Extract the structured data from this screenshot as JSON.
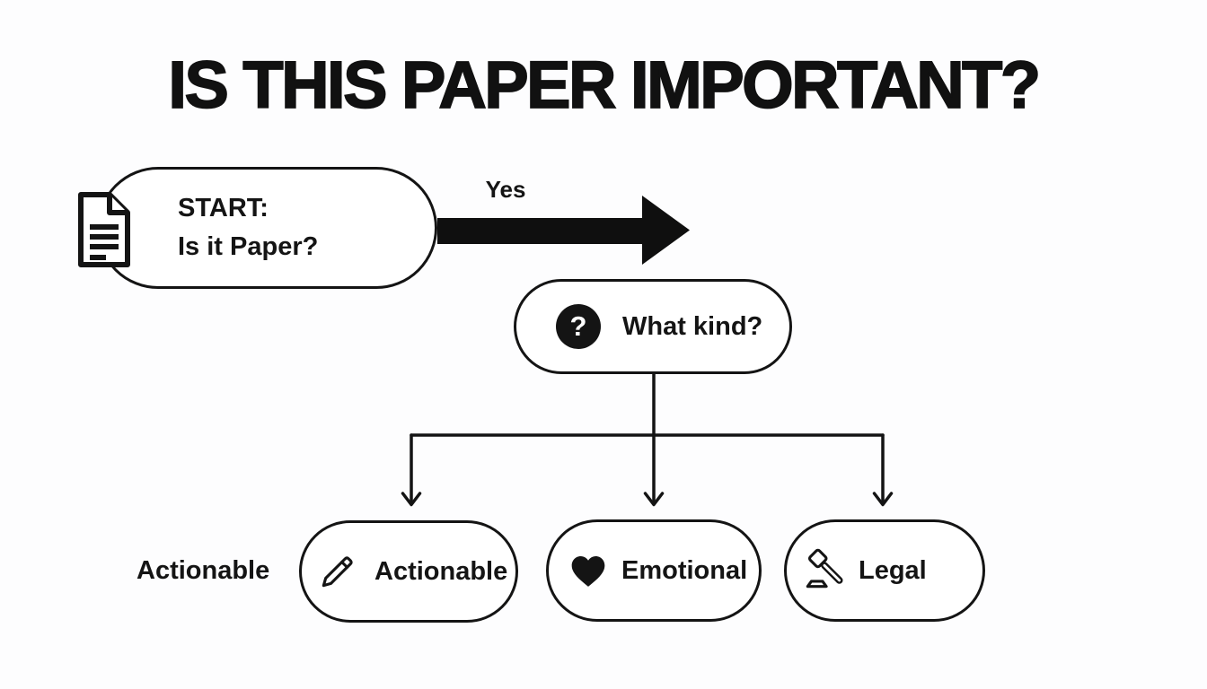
{
  "title": "IS THIS PAPER IMPORTANT?",
  "colors": {
    "ink": "#141414",
    "background": "#fdfdfe",
    "node_fill": "#ffffff",
    "arrow_fill": "#0f0f0f"
  },
  "flowchart": {
    "start_node": {
      "line1": "START:",
      "line2": "Is it Paper?",
      "icon": "document-icon"
    },
    "yes_label": "Yes",
    "question_node": {
      "label": "What kind?",
      "icon": "question-mark-circle-icon",
      "icon_glyph": "?"
    },
    "branches": [
      {
        "label": "Actionable",
        "icon": "pencil-icon"
      },
      {
        "label": "Emotional",
        "icon": "heart-icon"
      },
      {
        "label": "Legal",
        "icon": "gavel-icon"
      }
    ],
    "stray_label": "Actionable"
  }
}
